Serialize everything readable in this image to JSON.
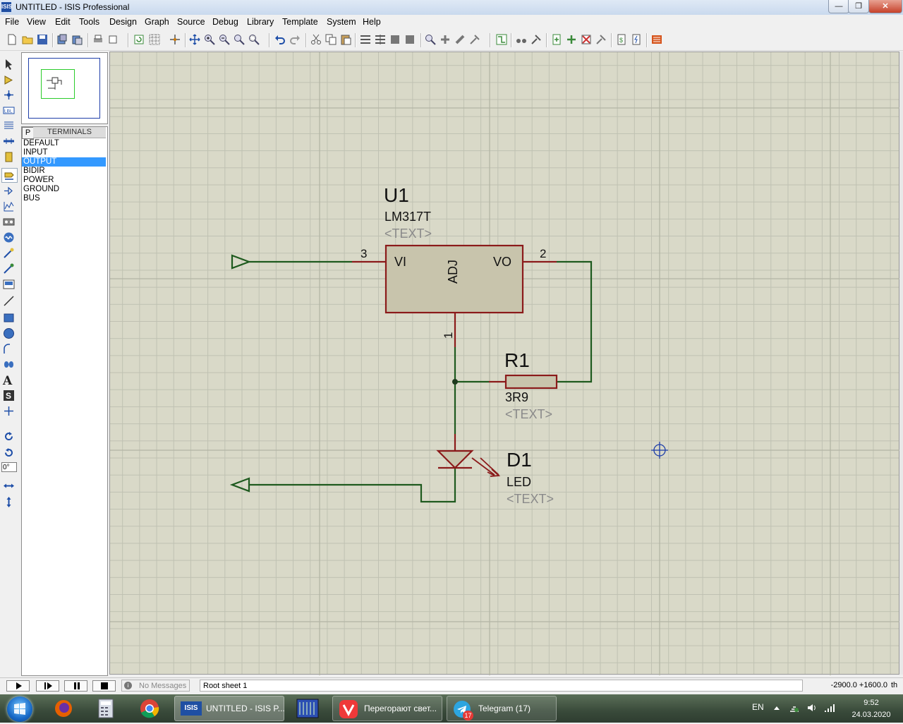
{
  "window": {
    "title": "UNTITLED - ISIS Professional",
    "app_icon_text": "ISIS",
    "minimize": "—",
    "maximize": "❐",
    "close": "✕"
  },
  "menu": [
    "File",
    "View",
    "Edit",
    "Tools",
    "Design",
    "Graph",
    "Source",
    "Debug",
    "Library",
    "Template",
    "System",
    "Help"
  ],
  "sidebar": {
    "mode_button": "P",
    "list_title": "TERMINALS",
    "items": [
      "DEFAULT",
      "INPUT",
      "OUTPUT",
      "BIDIR",
      "POWER",
      "GROUND",
      "BUS"
    ],
    "selected": "OUTPUT",
    "rotation_value": "0°"
  },
  "schematic": {
    "u1": {
      "ref": "U1",
      "part": "LM317T",
      "text": "<TEXT>",
      "pin_vi": "VI",
      "pin_vo": "VO",
      "pin_adj": "ADJ",
      "pin3": "3",
      "pin2": "2",
      "pin1": "1"
    },
    "r1": {
      "ref": "R1",
      "value": "3R9",
      "text": "<TEXT>"
    },
    "d1": {
      "ref": "D1",
      "value": "LED",
      "text": "<TEXT>"
    }
  },
  "status": {
    "messages": "No Messages",
    "sheet": "Root sheet 1",
    "coords": "-2900.0   +1600.0",
    "unit": "th"
  },
  "taskbar": {
    "tasks": [
      {
        "label": "UNTITLED - ISIS P..."
      },
      {
        "label": "Перегорают свет..."
      },
      {
        "label": "Telegram (17)"
      }
    ],
    "telegram_badge": "17",
    "language": "EN",
    "time": "9:52",
    "date": "24.03.2020"
  },
  "colors": {
    "canvas": "#d9d9c8",
    "wire": "#1e5a1e",
    "component_outline": "#8b1a1a",
    "component_fill": "#c8c4ac",
    "selected_item": "#3399ff"
  }
}
